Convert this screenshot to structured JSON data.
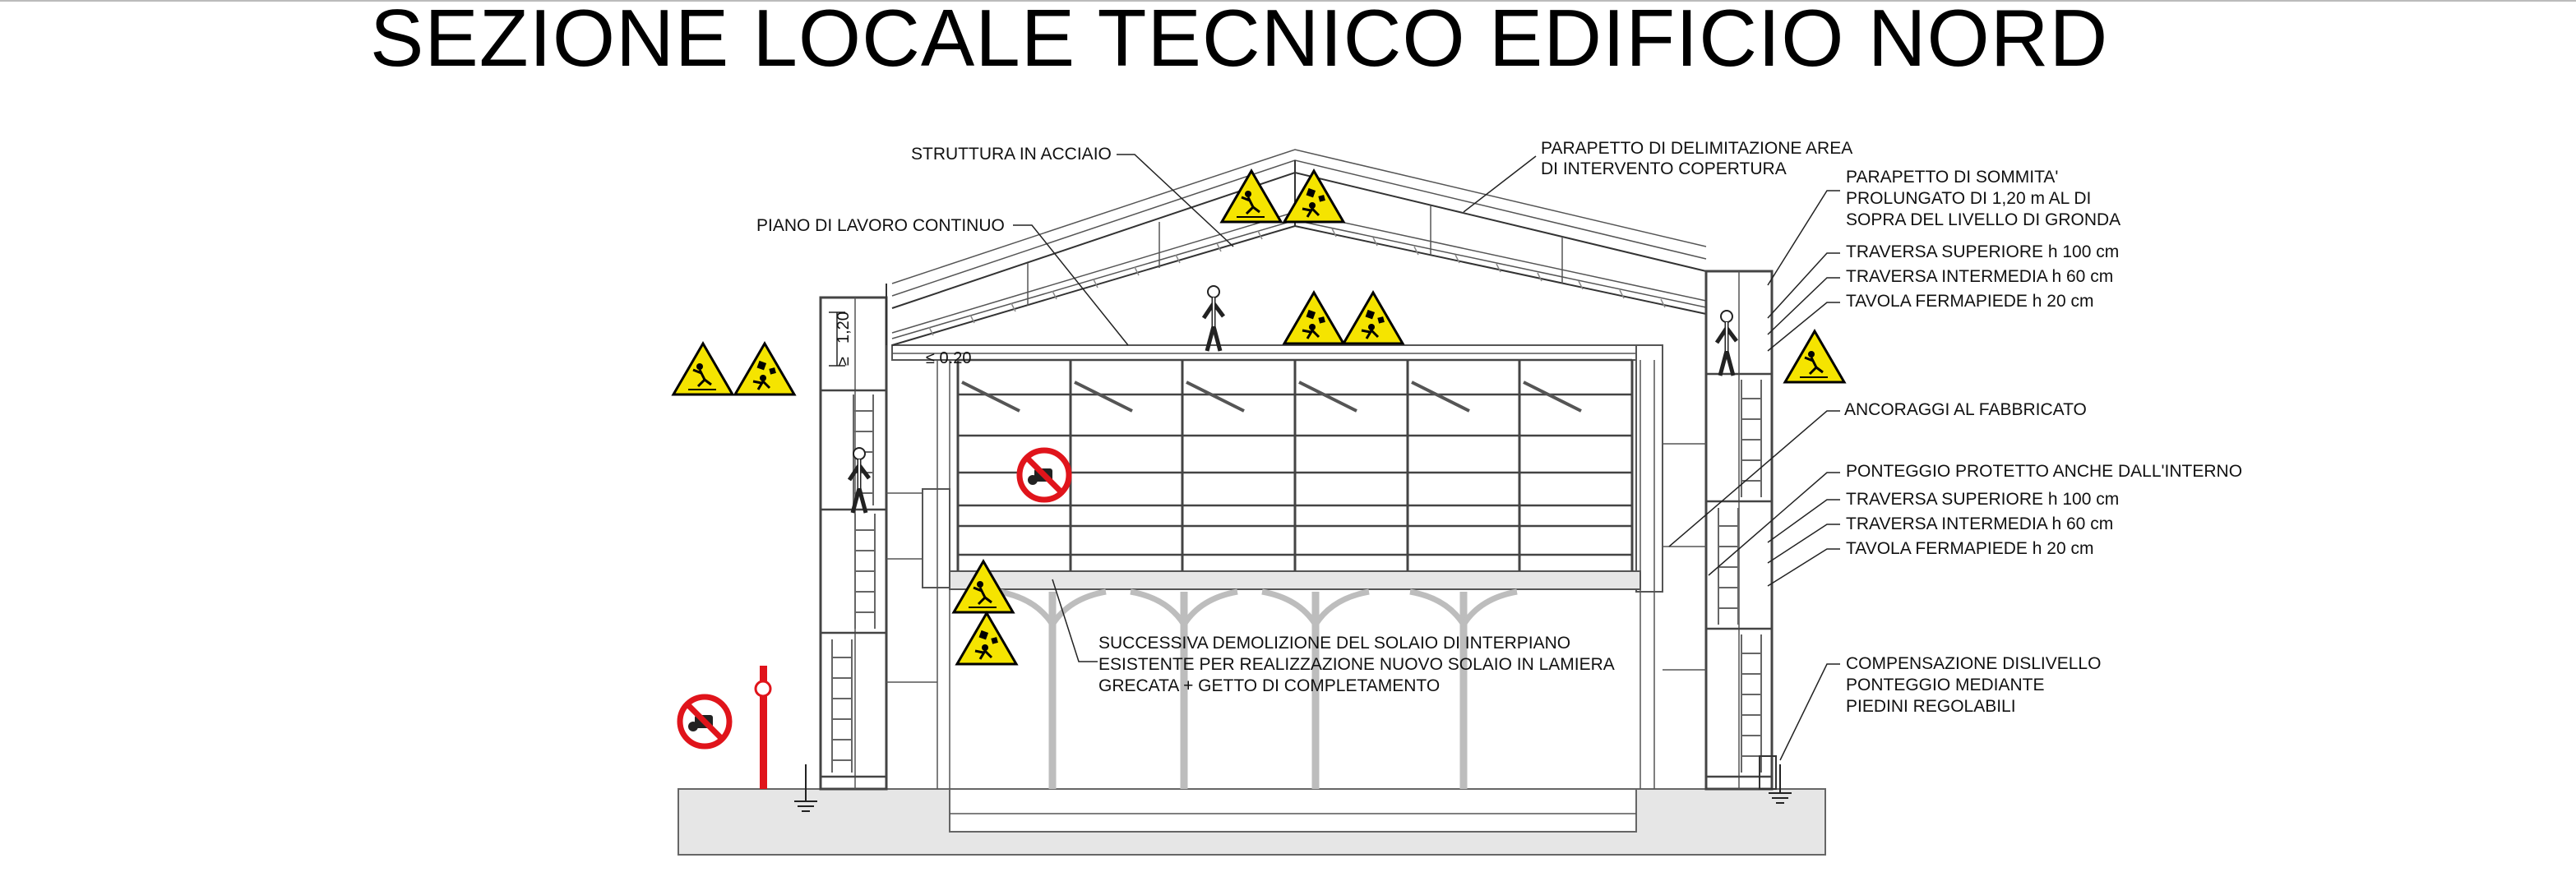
{
  "title": "SEZIONE LOCALE TECNICO EDIFICIO NORD",
  "dimensions": {
    "height_label": "1,20",
    "ge_symbol": "≥",
    "gap_label": "≤ 0.20"
  },
  "labels": {
    "steel_structure": "STRUTTURA IN ACCIAIO",
    "continuous_work_plane": "PIANO DI LAVORO CONTINUO",
    "roof_parapet_1": "PARAPETTO DI DELIMITAZIONE AREA",
    "roof_parapet_2": "DI INTERVENTO COPERTURA",
    "top_parapet_1": "PARAPETTO DI SOMMITA'",
    "top_parapet_2": "PROLUNGATO DI 1,20 m AL DI",
    "top_parapet_3": "SOPRA DEL LIVELLO DI GRONDA",
    "upper_rail_1": "TRAVERSA SUPERIORE h 100 cm",
    "mid_rail_1": "TRAVERSA INTERMEDIA h 60 cm",
    "toe_board_1": "TAVOLA FERMAPIEDE h 20 cm",
    "anchors": "ANCORAGGI AL FABBRICATO",
    "protected_scaffold": "PONTEGGIO PROTETTO ANCHE DALL'INTERNO",
    "upper_rail_2": "TRAVERSA SUPERIORE h 100 cm",
    "mid_rail_2": "TRAVERSA INTERMEDIA h 60 cm",
    "toe_board_2": "TAVOLA FERMAPIEDE h 20 cm",
    "demolition_1": "SUCCESSIVA DEMOLIZIONE DEL SOLAIO DI INTERPIANO",
    "demolition_2": "ESISTENTE PER REALIZZAZIONE NUOVO SOLAIO IN LAMIERA",
    "demolition_3": "GRECATA + GETTO DI COMPLETAMENTO",
    "level_comp_1": "COMPENSAZIONE DISLIVELLO",
    "level_comp_2": "PONTEGGIO MEDIANTE",
    "level_comp_3": "PIEDINI REGOLABILI"
  },
  "colors": {
    "warning_yellow": "#f5e400",
    "prohibition_red": "#e0141b",
    "ground_fill": "#e6e6e6",
    "existing_structure": "#bdbdbd"
  },
  "icons": [
    "fall-warning-icon",
    "falling-objects-warning-icon",
    "no-access-prohibition-icon",
    "worker-figure"
  ]
}
